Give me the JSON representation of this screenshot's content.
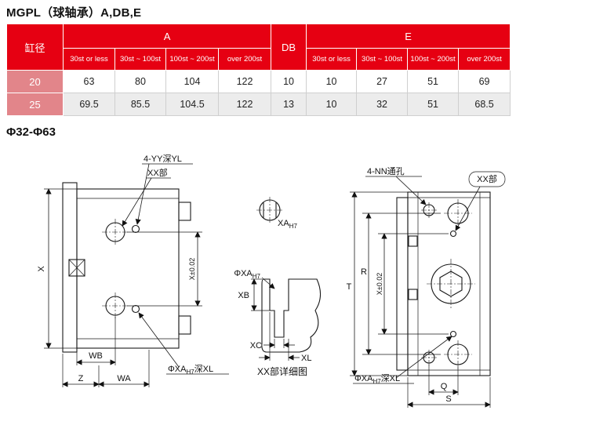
{
  "page": {
    "title": "MGPL（球轴承）A,DB,E",
    "subtitle": "Φ32-Φ63"
  },
  "colors": {
    "accent_red": "#e60012",
    "bore_red": "#e2858a",
    "row_alt": "#ececec"
  },
  "table": {
    "col_bore": "缸径",
    "group_a": "A",
    "group_db": "DB",
    "group_e": "E",
    "sub_headers": [
      "30st or less",
      "30st ~ 100st",
      "100st ~ 200st",
      "over 200st"
    ],
    "rows": [
      {
        "bore": "20",
        "a": [
          "63",
          "80",
          "104",
          "122"
        ],
        "db": "10",
        "e": [
          "10",
          "27",
          "51",
          "69"
        ]
      },
      {
        "bore": "25",
        "a": [
          "69.5",
          "85.5",
          "104.5",
          "122"
        ],
        "db": "13",
        "e": [
          "10",
          "32",
          "51",
          "68.5"
        ]
      }
    ]
  },
  "drawing": {
    "left": {
      "yy_label": "4-YY深YL",
      "xx_label": "XX部",
      "x_tol": "X±0.02",
      "x": "X",
      "wb": "WB",
      "z": "Z",
      "wa": "WA",
      "xa": {
        "pre": "ΦXA",
        "sub": "H7",
        "post": "深XL"
      }
    },
    "middle": {
      "section_label": {
        "pre": "XA",
        "sub": "H7"
      },
      "phi_xa": {
        "pre": "ΦXA",
        "sub": "H7"
      },
      "xb": "XB",
      "xc": "XC",
      "xl": "XL",
      "caption": "XX部详细图"
    },
    "right": {
      "nn_label": "4-NN通孔",
      "xx_label": "XX部",
      "t": "T",
      "r": "R",
      "x_tol": "X±0.02",
      "xa": {
        "pre": "ΦXA",
        "sub": "H7",
        "post": "深XL"
      },
      "q": "Q",
      "s": "S"
    }
  }
}
